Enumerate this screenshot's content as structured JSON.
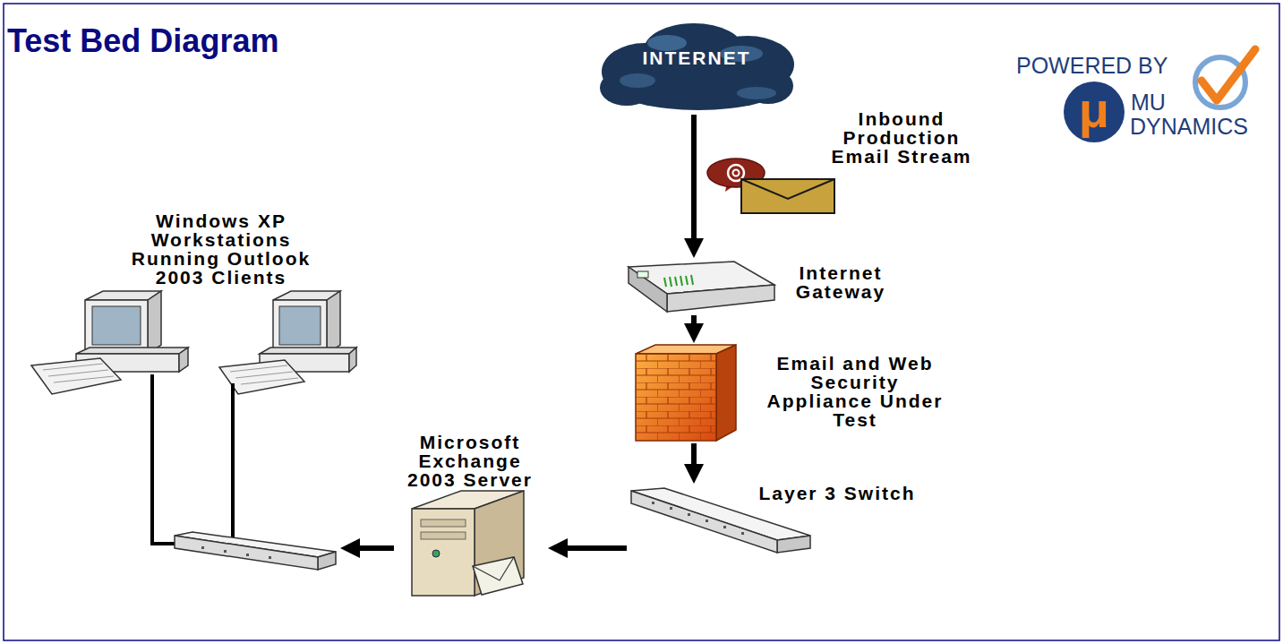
{
  "diagram": {
    "title": "Test Bed Diagram",
    "nodes": [
      {
        "text": [
          "INTERNET"
        ]
      },
      {
        "text": [
          "Internet Gateway"
        ]
      },
      {
        "text": [
          "Email and Web Security Appliance Under Test"
        ]
      },
      {
        "text": [
          "Layer 3 Switch"
        ]
      },
      {
        "text": [
          "Microsoft Exchange 2003 Server"
        ]
      },
      {
        "text": [
          "Windows XP Workstations Running Outlook 2003 Clients"
        ]
      }
    ],
    "edges": [
      {
        "from": 0,
        "to": 1,
        "arrow": "to"
      },
      {
        "from": 1,
        "to": 2,
        "arrow": "to"
      },
      {
        "from": 2,
        "to": 3,
        "arrow": "to"
      },
      {
        "from": 3,
        "to": 4,
        "arrow": "to"
      },
      {
        "from": 4,
        "to": 5,
        "arrow": "to"
      }
    ],
    "labels": [
      "Inbound Production Email Stream",
      "POWERED BY",
      "μ",
      "MU",
      "DYNAMICS"
    ]
  }
}
